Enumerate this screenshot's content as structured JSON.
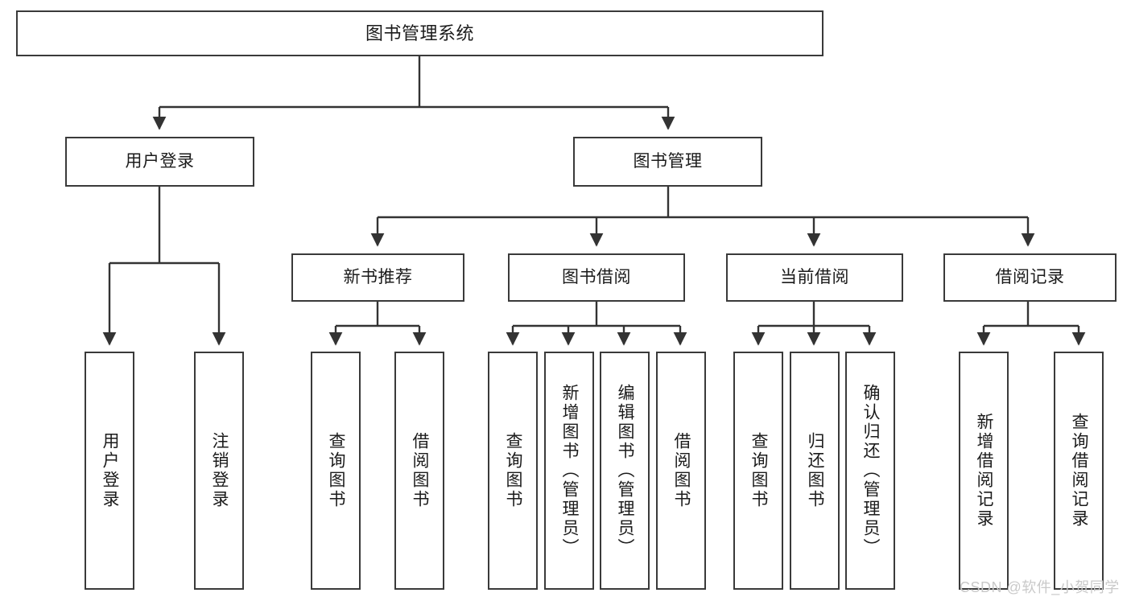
{
  "diagram": {
    "title": "图书管理系统",
    "type": "tree-hierarchy-diagram",
    "colors": {
      "box_border": "#3a3a3a",
      "box_fill": "#ffffff",
      "edge": "#333333",
      "text": "#1b1b1b",
      "watermark": "#c9c9c9",
      "background": "#ffffff"
    },
    "levels": {
      "root": [
        "图书管理系统"
      ],
      "level2": [
        "用户登录",
        "图书管理"
      ],
      "level3": [
        "新书推荐",
        "图书借阅",
        "当前借阅",
        "借阅记录"
      ],
      "level4": [
        "用户登录",
        "注销登录",
        "查询图书",
        "借阅图书",
        "查询图书",
        "新增图书（管理员）",
        "编辑图书（管理员）",
        "借阅图书",
        "查询图书",
        "归还图书",
        "确认归还（管理员）",
        "新增借阅记录",
        "查询借阅记录"
      ]
    }
  },
  "nodes": {
    "root": {
      "label": "图书管理系统"
    },
    "user_login": {
      "label": "用户登录"
    },
    "book_manage": {
      "label": "图书管理"
    },
    "new_book_rec": {
      "label": "新书推荐"
    },
    "book_borrow": {
      "label": "图书借阅"
    },
    "current_borrow": {
      "label": "当前借阅"
    },
    "borrow_record": {
      "label": "借阅记录"
    },
    "leaf_user_login": {
      "label": "用户登录"
    },
    "leaf_logout": {
      "label": "注销登录"
    },
    "leaf_query_book_1": {
      "label": "查询图书"
    },
    "leaf_borrow_book_1": {
      "label": "借阅图书"
    },
    "leaf_query_book_2": {
      "label": "查询图书"
    },
    "leaf_add_book_admin": {
      "label": "新增图书（管理员）"
    },
    "leaf_edit_book_admin": {
      "label": "编辑图书（管理员）"
    },
    "leaf_borrow_book_2": {
      "label": "借阅图书"
    },
    "leaf_query_book_3": {
      "label": "查询图书"
    },
    "leaf_return_book": {
      "label": "归还图书"
    },
    "leaf_confirm_return_admin": {
      "label": "确认归还（管理员）"
    },
    "leaf_add_record": {
      "label": "新增借阅记录"
    },
    "leaf_query_record": {
      "label": "查询借阅记录"
    }
  },
  "watermark": {
    "text": "CSDN @软件_小贺同学"
  }
}
